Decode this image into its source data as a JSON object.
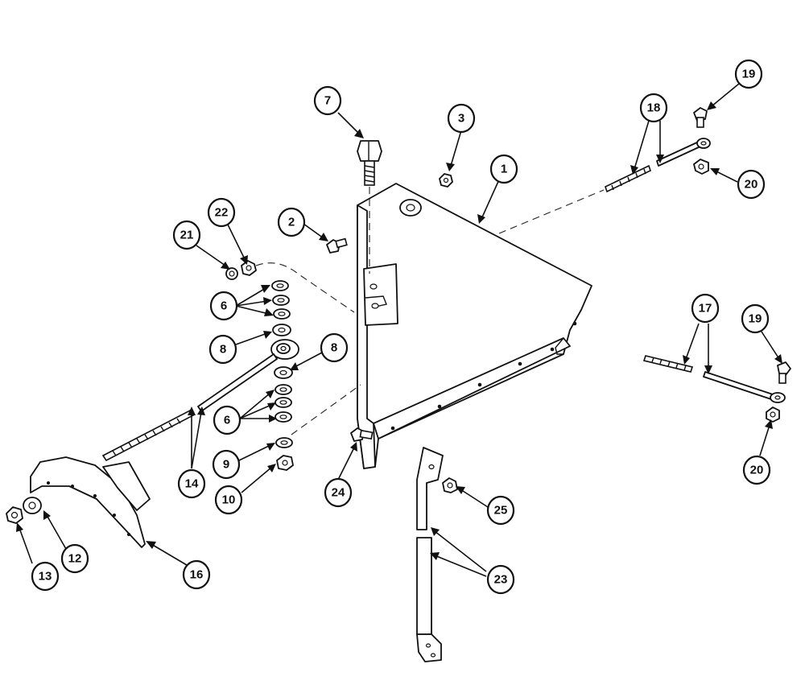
{
  "callouts": [
    {
      "id": "c1",
      "label": "1"
    },
    {
      "id": "c2",
      "label": "2"
    },
    {
      "id": "c3",
      "label": "3"
    },
    {
      "id": "c6",
      "label": "6"
    },
    {
      "id": "c6b",
      "label": "6"
    },
    {
      "id": "c7",
      "label": "7"
    },
    {
      "id": "c8",
      "label": "8"
    },
    {
      "id": "c8b",
      "label": "8"
    },
    {
      "id": "c9",
      "label": "9"
    },
    {
      "id": "c10",
      "label": "10"
    },
    {
      "id": "c12",
      "label": "12"
    },
    {
      "id": "c13",
      "label": "13"
    },
    {
      "id": "c14",
      "label": "14"
    },
    {
      "id": "c16",
      "label": "16"
    },
    {
      "id": "c17",
      "label": "17"
    },
    {
      "id": "c18",
      "label": "18"
    },
    {
      "id": "c19",
      "label": "19"
    },
    {
      "id": "c19b",
      "label": "19"
    },
    {
      "id": "c20",
      "label": "20"
    },
    {
      "id": "c20b",
      "label": "20"
    },
    {
      "id": "c21",
      "label": "21"
    },
    {
      "id": "c22",
      "label": "22"
    },
    {
      "id": "c23",
      "label": "23"
    },
    {
      "id": "c24",
      "label": "24"
    },
    {
      "id": "c25",
      "label": "25"
    }
  ]
}
